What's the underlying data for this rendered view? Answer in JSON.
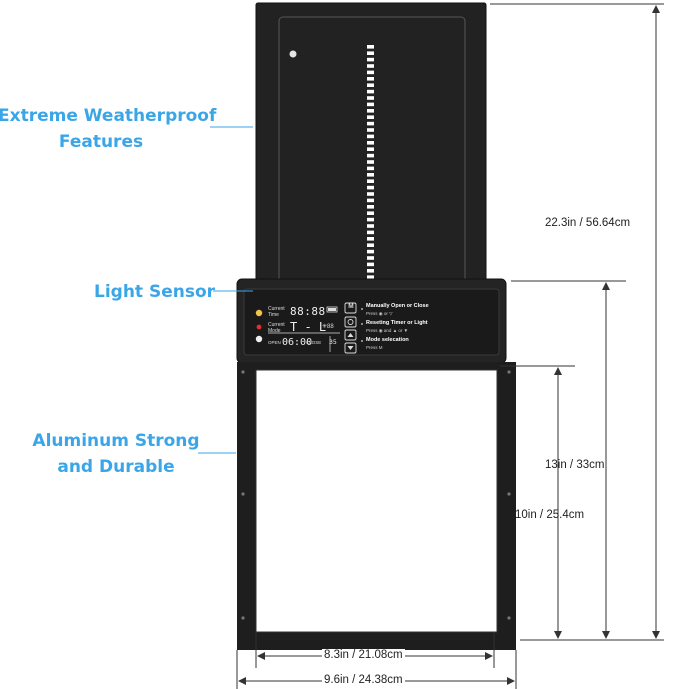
{
  "callouts": {
    "weatherproof": [
      "Extreme Weatherproof",
      "Features"
    ],
    "light_sensor": "Light Sensor",
    "aluminum": [
      "Aluminum Strong",
      "and Durable"
    ]
  },
  "dimensions": {
    "total_height": "22.3in / 56.64cm",
    "frame_height": "13in / 33cm",
    "opening_height": "10in / 25.4cm",
    "opening_width": "8.3in / 21.08cm",
    "total_width": "9.6in / 24.38cm"
  },
  "panel": {
    "current_time_label": [
      "Current",
      "Time"
    ],
    "current_mode_label": [
      "Current",
      "Mode"
    ],
    "time_digits": "88:88",
    "mode_digits": "T - L",
    "mode_suffix": "88",
    "open_label": "OPEN",
    "open_time": "06:00",
    "close_label": "CLOSE",
    "close_time": "35",
    "buttons": [
      "M",
      "",
      "",
      ""
    ],
    "instructions": [
      {
        "title": "Manually Open or Close",
        "detail": "Press ◉ or ▽"
      },
      {
        "title": "Reseting Timer or Light",
        "detail": "Press ◉ and ▲ or ▼"
      },
      {
        "title": "Mode selecation",
        "detail": "Press M"
      }
    ]
  },
  "colors": {
    "accent": "#3aa6e8",
    "body": "#1e1e1e",
    "led": "#ffffff",
    "indicator": "#f3c24a"
  }
}
